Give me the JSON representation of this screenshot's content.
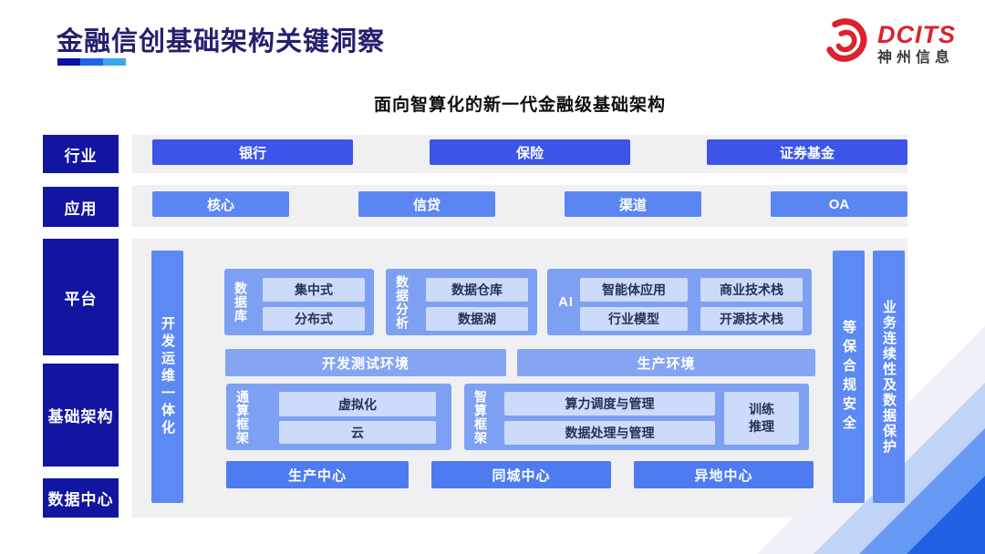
{
  "header": {
    "title": "金融信创基础架构关键洞察",
    "subtitle": "面向智算化的新一代金融级基础架构",
    "logo": {
      "brand": "DCITS",
      "company": "神州信息"
    }
  },
  "layers": [
    "行业",
    "应用",
    "平台",
    "基础架构",
    "数据中心"
  ],
  "industry": [
    "银行",
    "保险",
    "证券基金"
  ],
  "application": [
    "核心",
    "信贷",
    "渠道",
    "OA"
  ],
  "platform": {
    "devops_bar": "开发运维一体化",
    "database": {
      "label": "数据库",
      "items": [
        "集中式",
        "分布式"
      ]
    },
    "analytics": {
      "label": "数据分析",
      "items": [
        "数据仓库",
        "数据湖"
      ]
    },
    "ai": {
      "label": "AI",
      "items": [
        "智能体应用",
        "商业技术栈",
        "行业模型",
        "开源技术栈"
      ]
    },
    "environments": [
      "开发测试环境",
      "生产环境"
    ],
    "general_compute": {
      "label": "通算框架",
      "items": [
        "虚拟化",
        "云"
      ]
    },
    "smart_compute": {
      "label": "智算框架",
      "items": [
        "算力调度与管理",
        "数据处理与管理"
      ],
      "side_lines": [
        "训练",
        "推理"
      ]
    },
    "centers": [
      "生产中心",
      "同城中心",
      "异地中心"
    ],
    "security_bar": "等保合规安全",
    "continuity_bar": "业务连续性及数据保护"
  },
  "colors": {
    "navy": "#1115A0",
    "royal_blue": "#3C54E8",
    "light_blue": "#5B86F2",
    "bar_blue": "#5C89F3",
    "group_blue": "#7DA0F3",
    "inner_box": "#CCDBF9",
    "brand_red": "#D9232E",
    "panel_gray": "#F0F0F2"
  }
}
